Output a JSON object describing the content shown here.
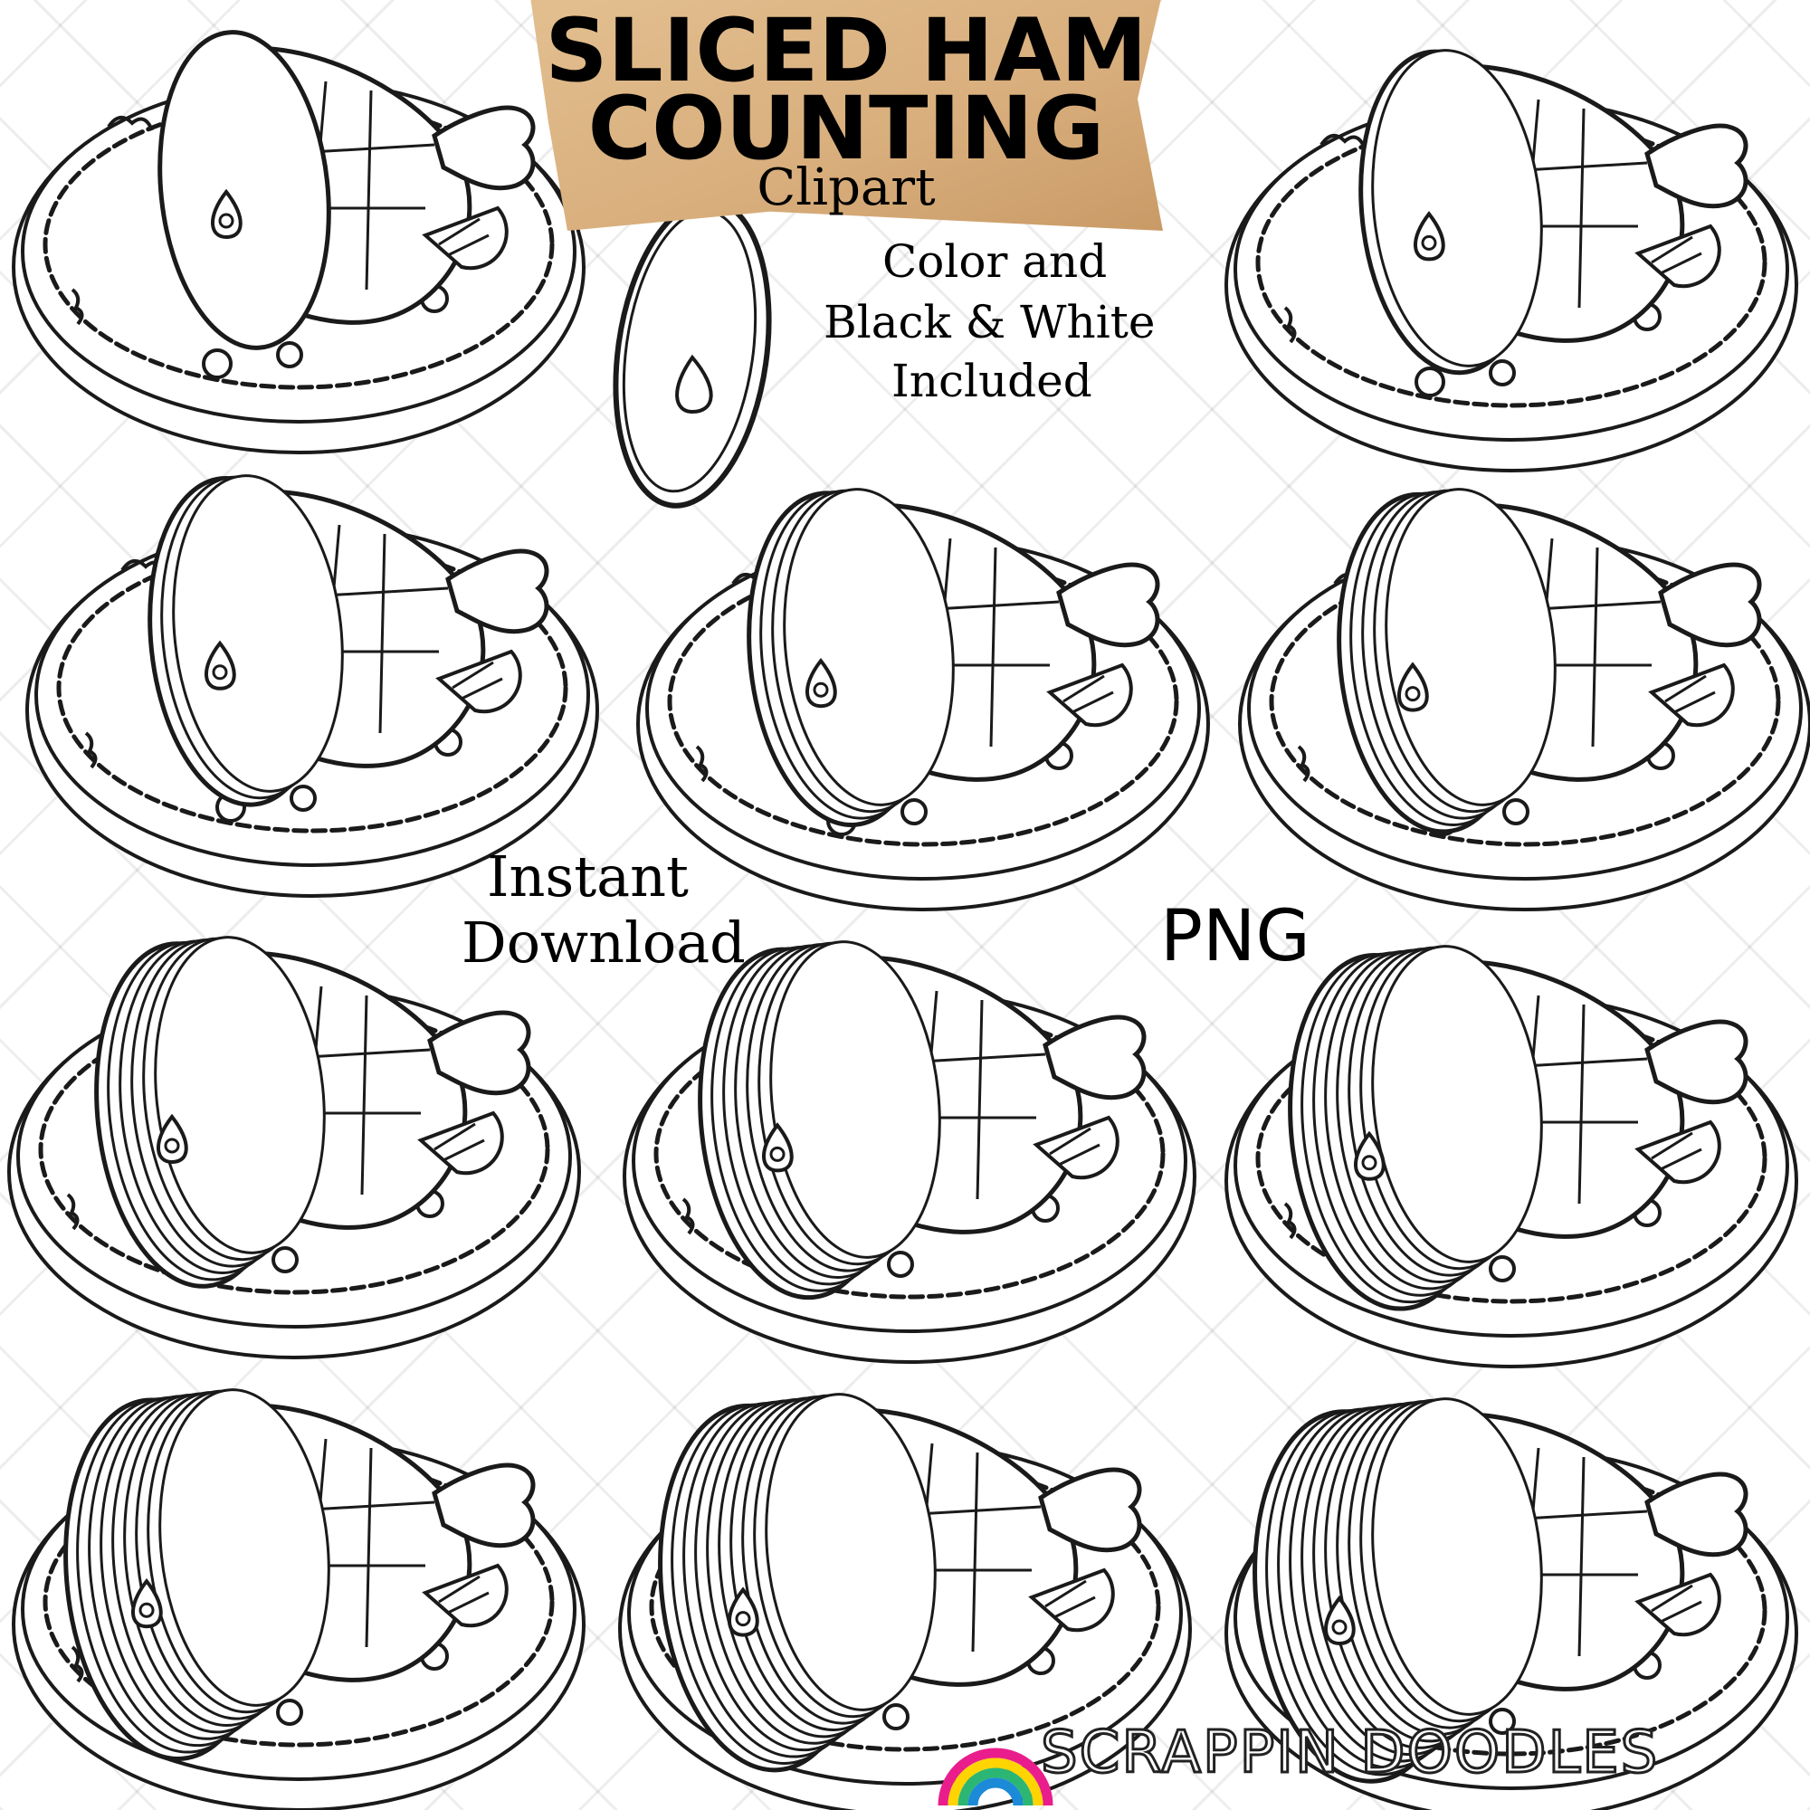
{
  "title": {
    "line1": "SLICED HAM",
    "line2": "COUNTING",
    "line3": "Clipart"
  },
  "subtitle": {
    "line1": "Color and",
    "line2": "Black & White",
    "line3": "Included"
  },
  "instant": {
    "line1": "Instant",
    "line2": "Download"
  },
  "format": "PNG",
  "brand": {
    "name": "SCRAPPIN DOODLES",
    "rainbow_colors": [
      "#e91e8c",
      "#ffd400",
      "#2bb673",
      "#1c8ad6"
    ]
  },
  "colors": {
    "line": "#1a1a1a",
    "fill": "#ffffff",
    "tag": "#d9b07e"
  },
  "hams": [
    {
      "slices": 1
    },
    {
      "slices": 2
    },
    {
      "slices": 3
    },
    {
      "slices": 4
    },
    {
      "slices": 5
    },
    {
      "slices": 6
    },
    {
      "slices": 7
    },
    {
      "slices": 8
    },
    {
      "slices": 9
    },
    {
      "slices": 10
    },
    {
      "slices": 11
    }
  ]
}
